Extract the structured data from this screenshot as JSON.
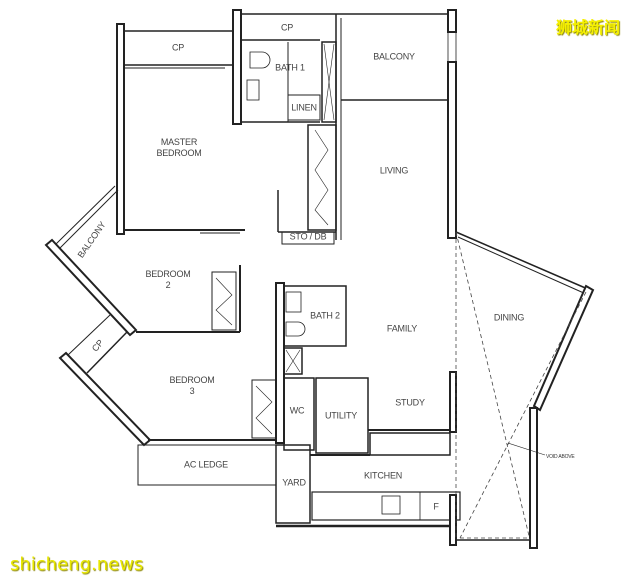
{
  "plan": {
    "rooms": {
      "cp_top_left": "CP",
      "cp_top_center": "CP",
      "bath1": "BATH 1",
      "linen": "LINEN",
      "balcony_top": "BALCONY",
      "master_bedroom_line1": "MASTER",
      "master_bedroom_line2": "BEDROOM",
      "living": "LIVING",
      "sto_db": "STO / DB",
      "balcony_left": "BALCONY",
      "bedroom2_line1": "BEDROOM",
      "bedroom2_line2": "2",
      "bath2": "BATH 2",
      "family": "FAMILY",
      "dining": "DINING",
      "cp_left": "CP",
      "bedroom3_line1": "BEDROOM",
      "bedroom3_line2": "3",
      "wc": "WC",
      "utility": "UTILITY",
      "study": "STUDY",
      "void_above": "VOID ABOVE",
      "ac_ledge": "AC LEDGE",
      "yard": "YARD",
      "kitchen": "KITCHEN",
      "fridge": "F"
    },
    "colors": {
      "wall": "#222222",
      "thin": "#555555",
      "watermark": "#f5f000"
    }
  },
  "watermarks": {
    "top_right": "狮城新闻",
    "bottom_left": "shicheng.news"
  }
}
